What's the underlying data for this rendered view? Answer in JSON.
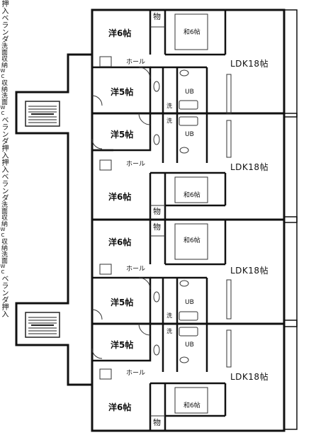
{
  "labels": {
    "western_6": "洋6帖",
    "western_5": "洋5帖",
    "japanese_6": "和6帖",
    "ldk_18": "LDK18帖",
    "veranda": "ベランダ",
    "hall": "ホール",
    "storage": "物",
    "oshiire": "押入",
    "washroom": "洗面",
    "closet": "収納",
    "wash_short": "洗",
    "ub": "UB",
    "wc": "WC"
  },
  "colors": {
    "wall": "#111111",
    "line": "#333333",
    "background": "#ffffff"
  }
}
